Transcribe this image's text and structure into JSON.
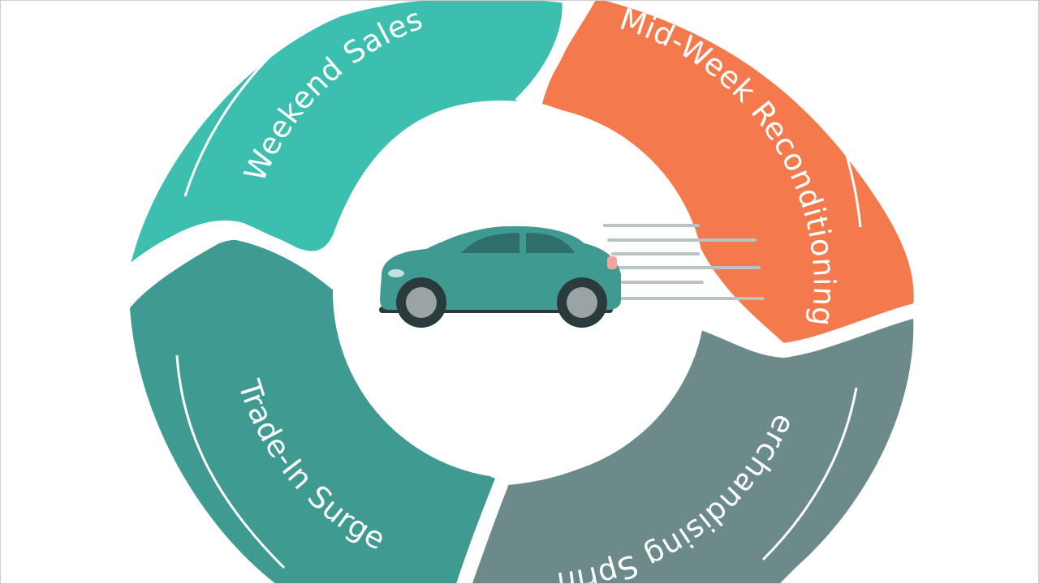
{
  "diagram": {
    "segments": [
      {
        "id": "weekend-sales",
        "label": "Weekend Sales",
        "color": "#3cbfae"
      },
      {
        "id": "mid-week-reconditioning",
        "label": "Mid-Week Reconditioning",
        "color": "#f47a4d"
      },
      {
        "id": "lower-right",
        "label": "Merchandising Sprint",
        "color": "#6d8a8a"
      },
      {
        "id": "trade-in-surge",
        "label": "Trade-In Surge",
        "color": "#3f9a92"
      }
    ],
    "center_icon": "car-icon",
    "colors": {
      "background": "#ffffff",
      "car_body": "#3f9a92",
      "car_window": "#2f6f6b",
      "wheel": "#2b3a3d",
      "hub": "#9aa4a6",
      "speed_lines": "#b9c2c4"
    }
  }
}
